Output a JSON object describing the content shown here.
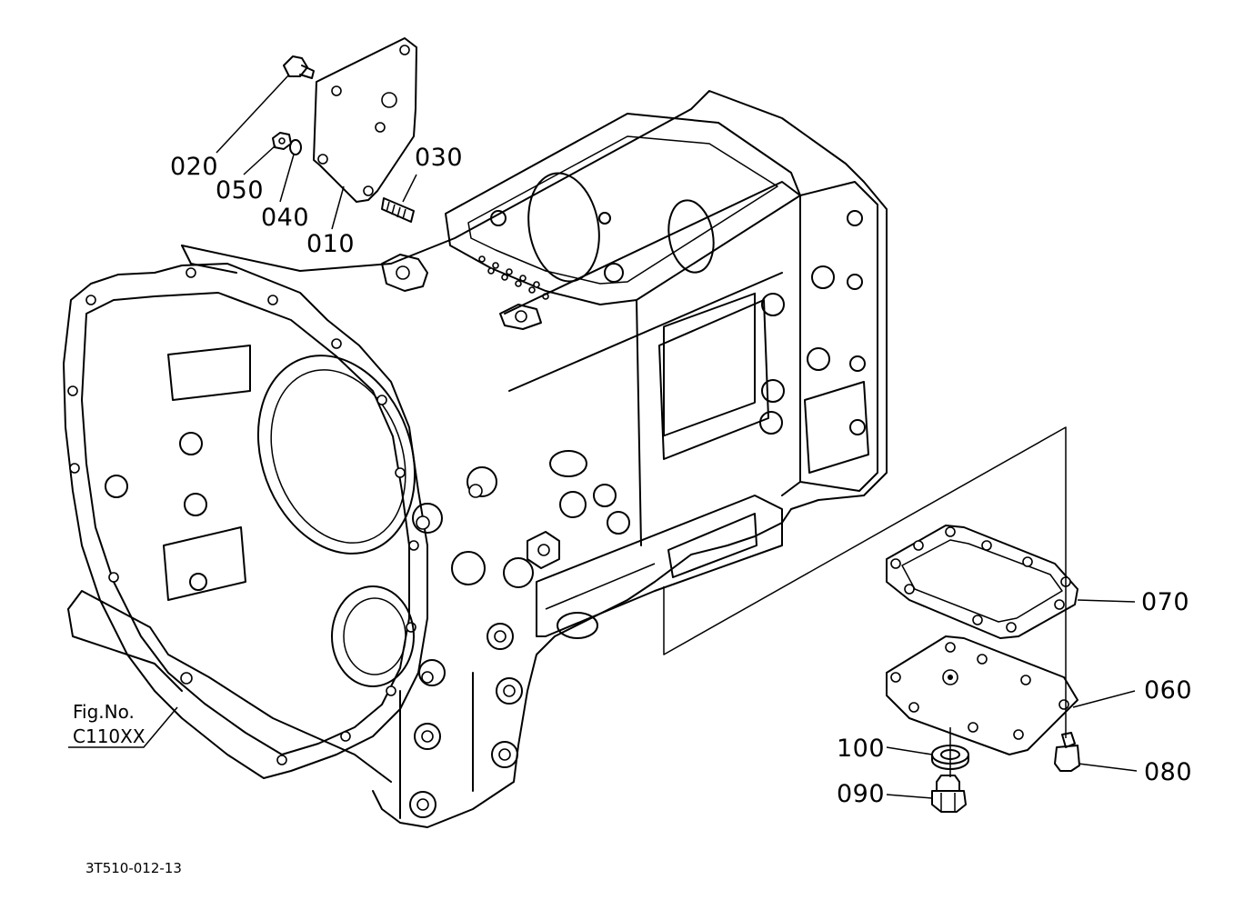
{
  "labels": {
    "p010": "010",
    "p020": "020",
    "p030": "030",
    "p040": "040",
    "p050": "050",
    "p060": "060",
    "p070": "070",
    "p080": "080",
    "p090": "090",
    "p100": "100"
  },
  "figure_ref": {
    "line1": "Fig.No.",
    "line2": "C110XX"
  },
  "drawing_code": "3T510-012-13"
}
